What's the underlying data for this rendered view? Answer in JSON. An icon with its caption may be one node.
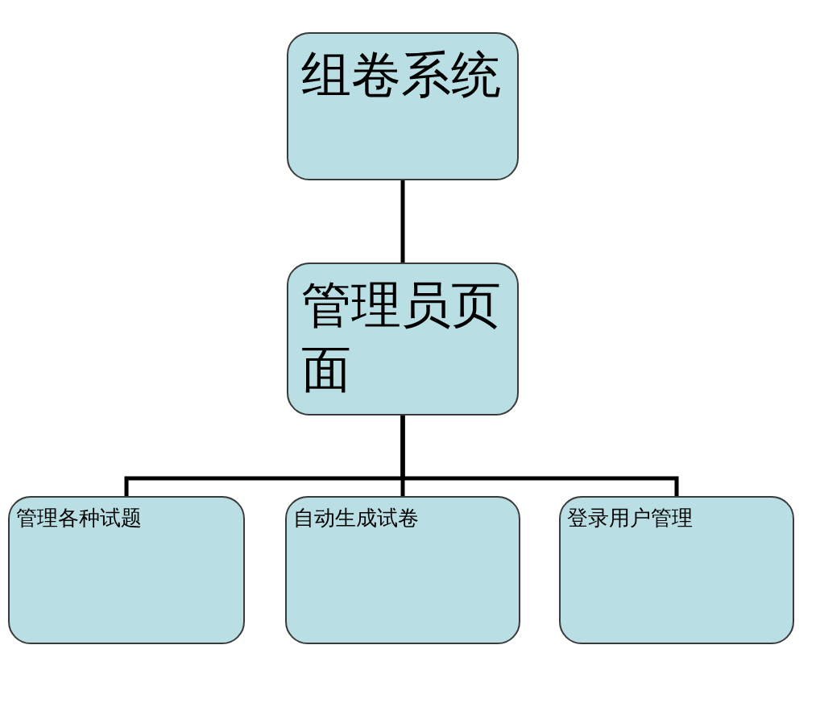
{
  "diagram": {
    "nodes": [
      {
        "text": [
          "组卷系统"
        ]
      },
      {
        "text": [
          "管理员页面"
        ]
      },
      {
        "text": [
          "管理各种试题"
        ]
      },
      {
        "text": [
          "自动生成试卷"
        ]
      },
      {
        "text": [
          "登录用户管理"
        ]
      }
    ],
    "edges": [
      {
        "from": 0,
        "to": 1,
        "arrow": "none"
      },
      {
        "from": 1,
        "to": 2,
        "arrow": "none"
      },
      {
        "from": 1,
        "to": 3,
        "arrow": "none"
      },
      {
        "from": 1,
        "to": 4,
        "arrow": "none"
      }
    ]
  }
}
